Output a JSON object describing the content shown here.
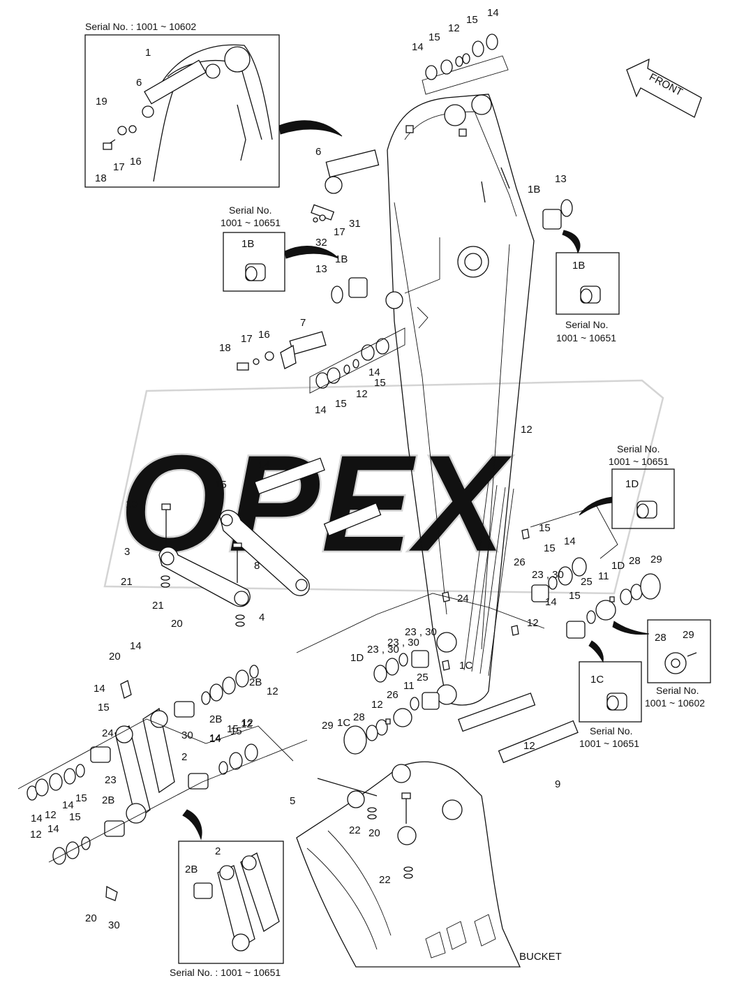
{
  "watermark": "OPEX",
  "front_label": "FRONT",
  "bucket_label": "BUCKET",
  "insets": {
    "top_left": {
      "serial": "Serial No. : 1001 ~ 10602",
      "labels": [
        "1",
        "6",
        "19",
        "18",
        "17",
        "16"
      ]
    },
    "bushing_1b_left": {
      "serial_line1": "Serial No.",
      "serial_line2": "1001 ~ 10651",
      "label": "1B"
    },
    "bushing_1b_right": {
      "serial_line1": "Serial No.",
      "serial_line2": "1001 ~ 10651",
      "label": "1B"
    },
    "bushing_1d": {
      "serial_line1": "Serial No.",
      "serial_line2": "1001 ~ 10651",
      "label": "1D"
    },
    "bushing_1c": {
      "serial_line1": "Serial No.",
      "serial_line2": "1001 ~ 10651",
      "label": "1C"
    },
    "plate_28_29": {
      "serial_line1": "Serial No.",
      "serial_line2": "1001 ~ 10602",
      "labels": [
        "28",
        "29"
      ]
    },
    "link_2": {
      "serial": "Serial No. : 1001 ~ 10651",
      "labels": [
        "2",
        "2B"
      ]
    }
  },
  "callouts": [
    "14",
    "15",
    "12",
    "15",
    "14",
    "6",
    "31",
    "17",
    "32",
    "1B",
    "13",
    "1B",
    "13",
    "7",
    "16",
    "17",
    "18",
    "14",
    "15",
    "12",
    "14",
    "15",
    "12",
    "14",
    "15",
    "1",
    "10",
    "3",
    "8",
    "21",
    "4",
    "21",
    "20",
    "20",
    "14",
    "15",
    "14",
    "15",
    "23 , 30",
    "26",
    "25",
    "11",
    "1D",
    "28",
    "29",
    "15",
    "14",
    "24",
    "12",
    "1C",
    "23 , 30",
    "23 , 30",
    "23 , 30",
    "1D",
    "11",
    "25",
    "26",
    "12",
    "1C",
    "28",
    "29",
    "14",
    "15",
    "24",
    "30",
    "23",
    "2",
    "2B",
    "2B",
    "2B",
    "12",
    "14",
    "15",
    "12",
    "14",
    "15",
    "12",
    "14",
    "12",
    "14",
    "15",
    "12",
    "14",
    "15",
    "12",
    "9",
    "5",
    "22",
    "20",
    "22",
    "20",
    "30",
    "23"
  ]
}
